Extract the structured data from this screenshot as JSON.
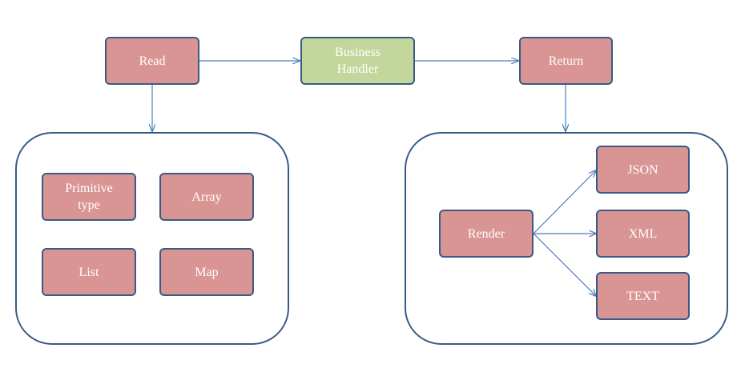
{
  "nodes": {
    "read": "Read",
    "business_handler": "Business\nHandler",
    "return": "Return",
    "primitive_type": "Primitive\ntype",
    "array": "Array",
    "list": "List",
    "map": "Map",
    "render": "Render",
    "json": "JSON",
    "xml": "XML",
    "text": "TEXT"
  },
  "colors": {
    "node_fill": "#d99594",
    "handler_fill": "#c3d69b",
    "border": "#3a5a86",
    "arrow": "#4a7ebb"
  }
}
